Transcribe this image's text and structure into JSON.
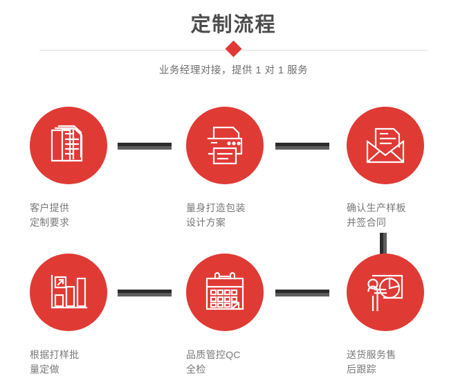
{
  "header": {
    "title": "定制流程",
    "subtitle": "业务经理对接，提供 1 对 1 服务",
    "accent_color": "#e03a35",
    "title_color": "#4c4c4c",
    "divider_color": "#dcdcdc",
    "diamond_icon": "diamond-marker-icon"
  },
  "flow": {
    "circle_color": "#e03a35",
    "label_color": "#787878",
    "connector_dark": "#2b2b2b",
    "connector_light": "#5d5d5d",
    "steps": [
      {
        "index": "1",
        "icon": "documents-stack-icon",
        "label_line1": "客户提供",
        "label_line2": "定制要求"
      },
      {
        "index": "2",
        "icon": "printer-icon",
        "label_line1": "量身打造包装",
        "label_line2": "设计方案"
      },
      {
        "index": "3",
        "icon": "envelope-letter-icon",
        "label_line1": "确认生产样板",
        "label_line2": "并签合同"
      },
      {
        "index": "4",
        "icon": "bar-chart-growth-icon",
        "label_line1": "根据打样批",
        "label_line2": "量定做"
      },
      {
        "index": "5",
        "icon": "calendar-check-icon",
        "label_line1": "品质管控QC",
        "label_line2": "全检"
      },
      {
        "index": "6",
        "icon": "presenter-chart-icon",
        "label_line1": "送货服务售",
        "label_line2": "后跟踪"
      }
    ]
  }
}
